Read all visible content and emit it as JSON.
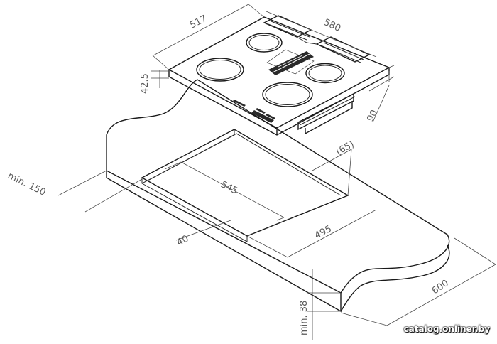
{
  "dimensions": {
    "hob_depth": "517",
    "hob_width": "580",
    "hob_thickness": "42.5",
    "body_height": "90",
    "rear_clearance": "(65)",
    "front_min": "min. 150",
    "cutout_width": "545",
    "cutout_depth": "495",
    "front_edge": "40",
    "counter_depth": "600",
    "counter_thickness": "min. 38"
  },
  "watermark": "catalog.onliner.by",
  "colors": {
    "line": "#1a1a1a",
    "dimension": "#5a5a5a",
    "surface": "#ffffff"
  }
}
